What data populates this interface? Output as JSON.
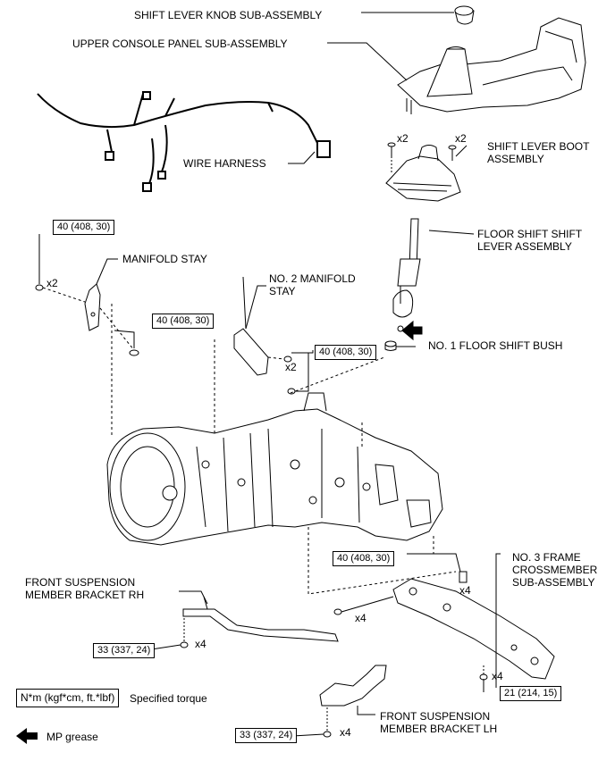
{
  "labels": {
    "knob": "SHIFT LEVER KNOB SUB-ASSEMBLY",
    "console": "UPPER CONSOLE PANEL SUB-ASSEMBLY",
    "harness": "WIRE HARNESS",
    "boot": "SHIFT LEVER BOOT\nASSEMBLY",
    "floor_shift": "FLOOR SHIFT SHIFT\nLEVER ASSEMBLY",
    "manifold_stay": "MANIFOLD STAY",
    "no2_stay": "NO. 2 MANIFOLD\nSTAY",
    "bush": "NO. 1 FLOOR SHIFT BUSH",
    "bracket_rh": "FRONT SUSPENSION\nMEMBER BRACKET RH",
    "crossmember": "NO. 3 FRAME\nCROSSMEMBER\nSUB-ASSEMBLY",
    "bracket_lh": "FRONT SUSPENSION\nMEMBER BRACKET LH"
  },
  "torques": {
    "t1": "40 (408, 30)",
    "t2": "40 (408, 30)",
    "t3": "40 (408, 30)",
    "t4": "40 (408, 30)",
    "t5": "33 (337, 24)",
    "t6": "21 (214, 15)",
    "t7": "33 (337, 24)"
  },
  "quantities": {
    "q_boot_left": "x2",
    "q_boot_right": "x2",
    "q_manifold": "x2",
    "q_no2": "x2",
    "q_cross_top": "x4",
    "q_cross_bolt": "x4",
    "q_rh": "x4",
    "q_cross_bottom": "x4",
    "q_lh": "x4"
  },
  "legend": {
    "torque_unit": "N*m (kgf*cm, ft.*lbf)",
    "torque_desc": "Specified torque",
    "grease": "MP grease"
  }
}
